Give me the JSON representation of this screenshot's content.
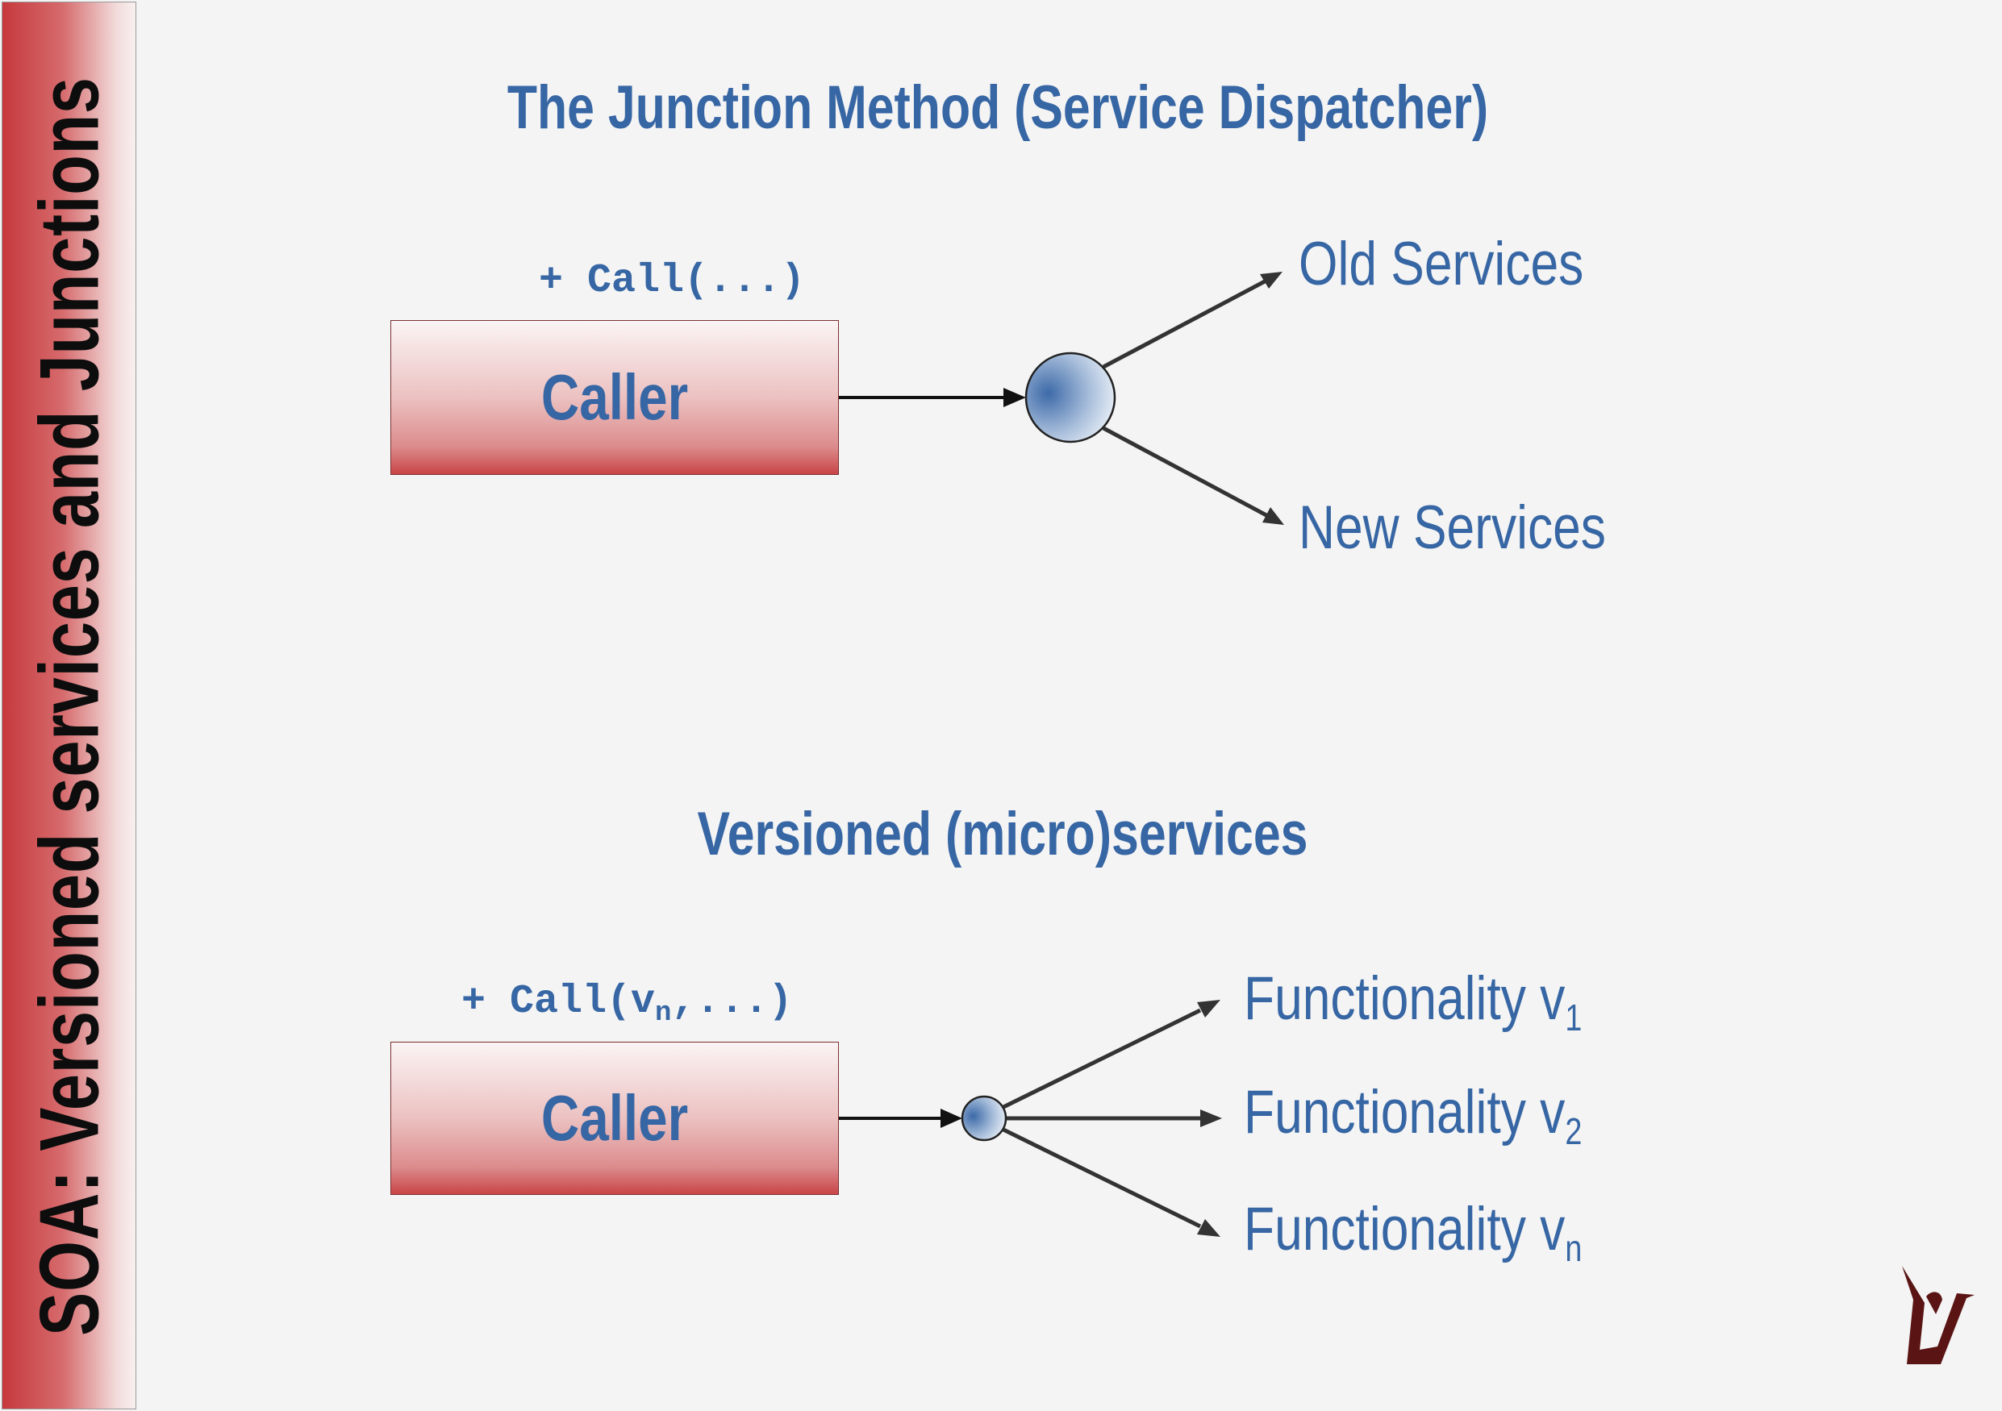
{
  "sidebar": {
    "title": "SOA: Versioned services and Junctions"
  },
  "junction_section": {
    "heading": "The Junction Method (Service Dispatcher)",
    "method": "+ Call(...)",
    "caller_label": "Caller",
    "targets": [
      "Old Services",
      "New Services"
    ]
  },
  "versioned_section": {
    "heading": "Versioned (micro)services",
    "method_prefix": "+ Call(v",
    "method_sub": "n",
    "method_suffix": ",...)",
    "caller_label": "Caller",
    "targets": [
      {
        "text": "Functionality v",
        "sub": "1"
      },
      {
        "text": "Functionality v",
        "sub": "2"
      },
      {
        "text": "Functionality v",
        "sub": "n"
      }
    ]
  },
  "colors": {
    "accent_blue": "#3766a4",
    "caller_red": "#c94547",
    "sidebar_red": "#c6393d",
    "logo_brown": "#5a1414"
  }
}
